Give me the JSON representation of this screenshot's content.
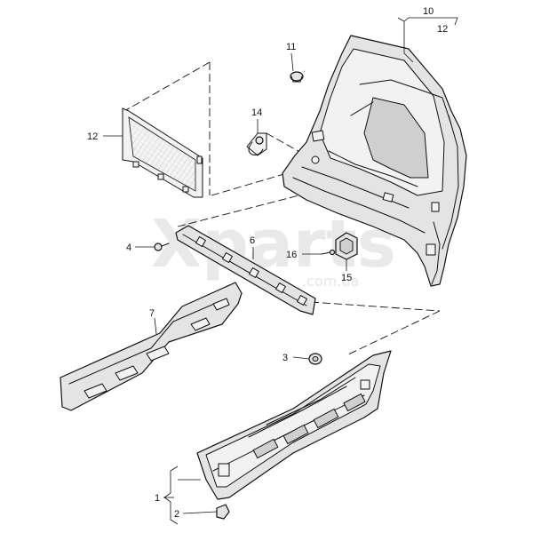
{
  "watermark": {
    "brand": "Xparts",
    "domain": ".com.ua"
  },
  "callouts": [
    {
      "id": "c1",
      "text": "1"
    },
    {
      "id": "c2",
      "text": "2"
    },
    {
      "id": "c3",
      "text": "3"
    },
    {
      "id": "c4",
      "text": "4"
    },
    {
      "id": "c6",
      "text": "6"
    },
    {
      "id": "c7",
      "text": "7"
    },
    {
      "id": "c10",
      "text": "10"
    },
    {
      "id": "c11",
      "text": "11"
    },
    {
      "id": "c12a",
      "text": "12"
    },
    {
      "id": "c12b",
      "text": "12"
    },
    {
      "id": "c14",
      "text": "14"
    },
    {
      "id": "c15",
      "text": "15"
    },
    {
      "id": "c16",
      "text": "16"
    }
  ]
}
